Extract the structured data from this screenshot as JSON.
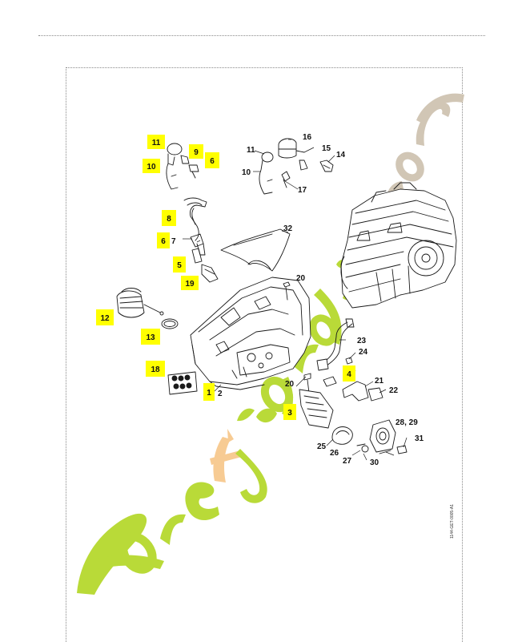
{
  "callouts": {
    "c1": "1",
    "c2": "2",
    "c3": "3",
    "c4": "4",
    "c5": "5",
    "c6a": "6",
    "c6b": "6",
    "c7": "7",
    "c8": "8",
    "c9": "9",
    "c10a": "10",
    "c10b": "10",
    "c11a": "11",
    "c11b": "11",
    "c12": "12",
    "c13": "13",
    "c14": "14",
    "c15": "15",
    "c16": "16",
    "c17": "17",
    "c18": "18",
    "c19": "19",
    "c20a": "20",
    "c20b": "20",
    "c21": "21",
    "c22": "22",
    "c23": "23",
    "c24": "24",
    "c25": "25",
    "c26": "26",
    "c27": "27",
    "c28": "28, 29",
    "c30": "30",
    "c31": "31",
    "c32": "32"
  },
  "highlight_color": "#ffff00",
  "watermark": {
    "text": "foretjardin.com",
    "colors": [
      "#b6d82e",
      "#f7c98e",
      "#cfc3b2"
    ]
  },
  "doc_code": "1144-GET-0005-A1"
}
